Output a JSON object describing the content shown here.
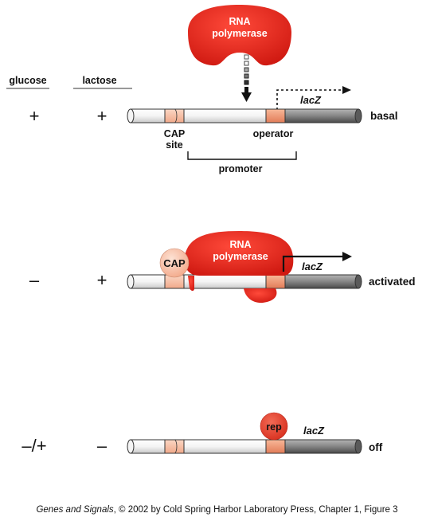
{
  "headers": {
    "glucose": "glucose",
    "lactose": "lactose"
  },
  "panels": [
    {
      "glucose": "+",
      "lactose": "+",
      "state": "basal"
    },
    {
      "glucose": "–",
      "lactose": "+",
      "state": "activated"
    },
    {
      "glucose": "–/+",
      "lactose": "–",
      "state": "off"
    }
  ],
  "labels": {
    "rna_polymerase_line1": "RNA",
    "rna_polymerase_line2": "polymerase",
    "lacz": "lacZ",
    "cap_site_line1": "CAP",
    "cap_site_line2": "site",
    "operator": "operator",
    "promoter": "promoter",
    "cap": "CAP",
    "rep": "rep"
  },
  "caption": {
    "book": "Genes and Signals",
    "rest": ", © 2002 by Cold Spring Harbor Laboratory Press, Chapter 1, Figure 3"
  },
  "colors": {
    "polymerase_red": "#e8231b",
    "cap_peach": "#f7b99a",
    "operator_orange": "#f29a78",
    "lacz_gray": "#8a8a8a",
    "dna_white": "#f2f2f2"
  }
}
